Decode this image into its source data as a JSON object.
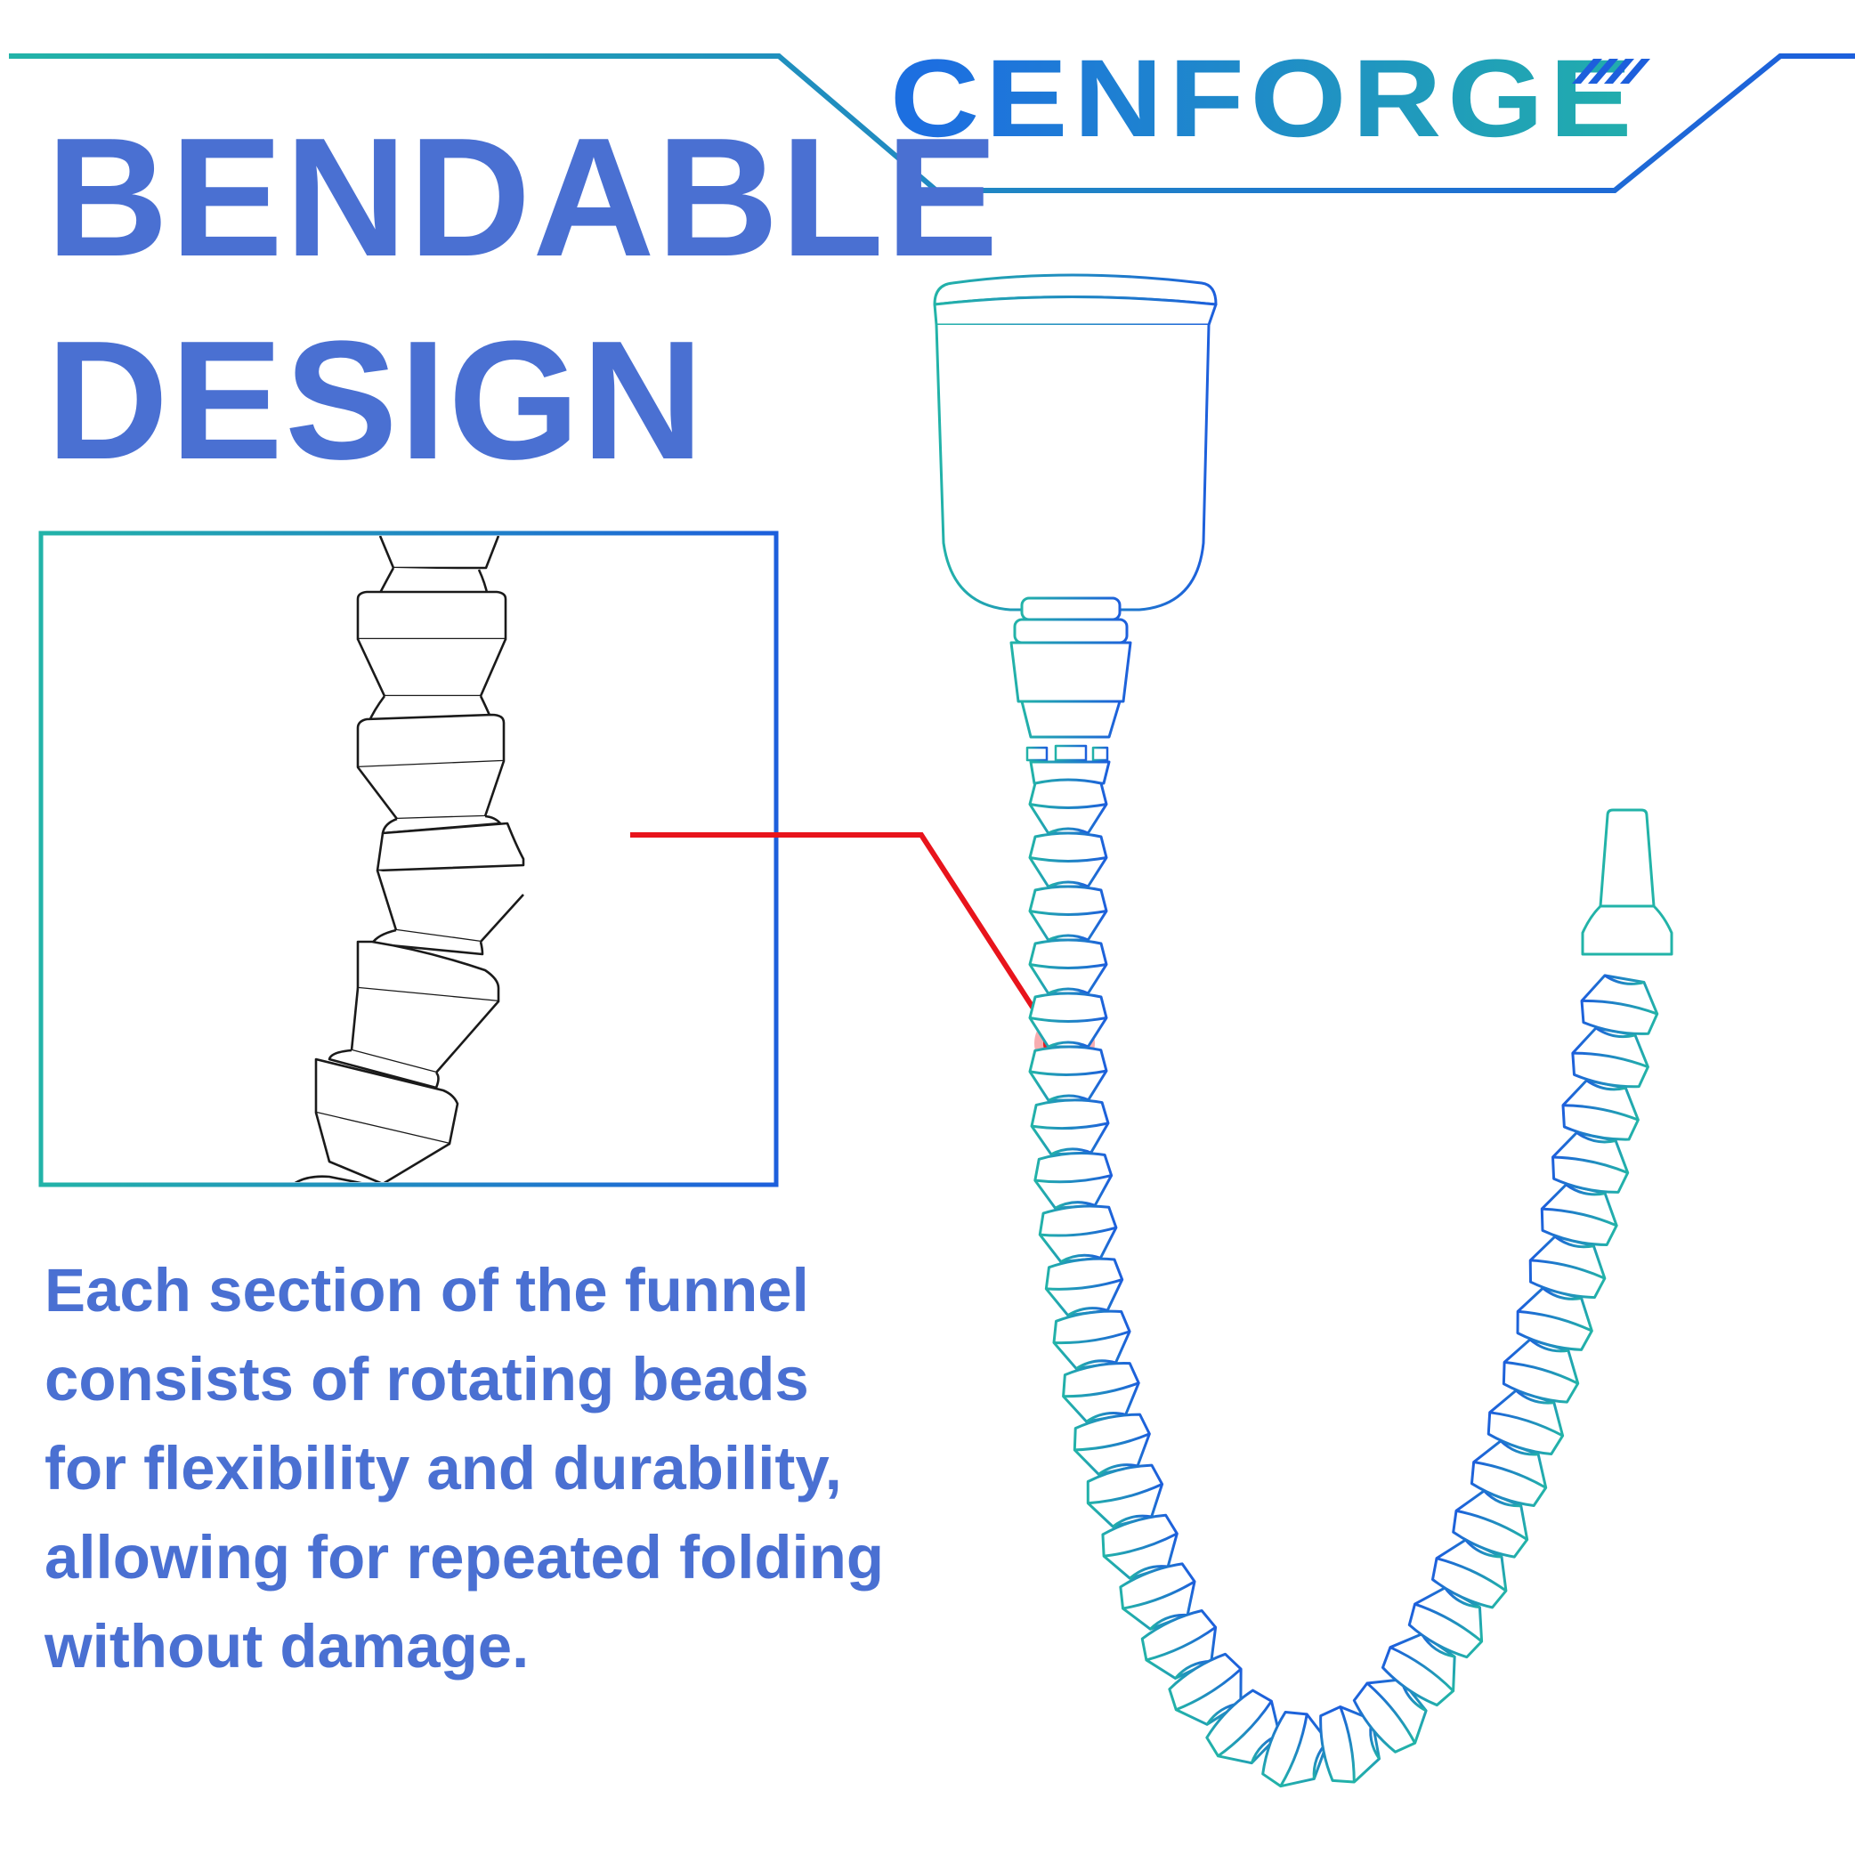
{
  "brand": {
    "name": "CENFORGE",
    "colors": {
      "start": "#22b3a8",
      "end": "#1d5fdc"
    }
  },
  "headline": {
    "line1": "BENDABLE",
    "line2": "DESIGN"
  },
  "description": {
    "lines": [
      "Each section of the funnel",
      "consists of rotating beads",
      "for flexibility and durability,",
      "allowing for repeated folding",
      "without damage."
    ]
  },
  "colors": {
    "heading": "#4a70d2",
    "callout": "#e8141c",
    "detail_line": "#1a1a1a"
  },
  "icons": [
    "flexible-funnel-illustration",
    "zoom-detail-illustration",
    "callout-pointer-dot"
  ]
}
